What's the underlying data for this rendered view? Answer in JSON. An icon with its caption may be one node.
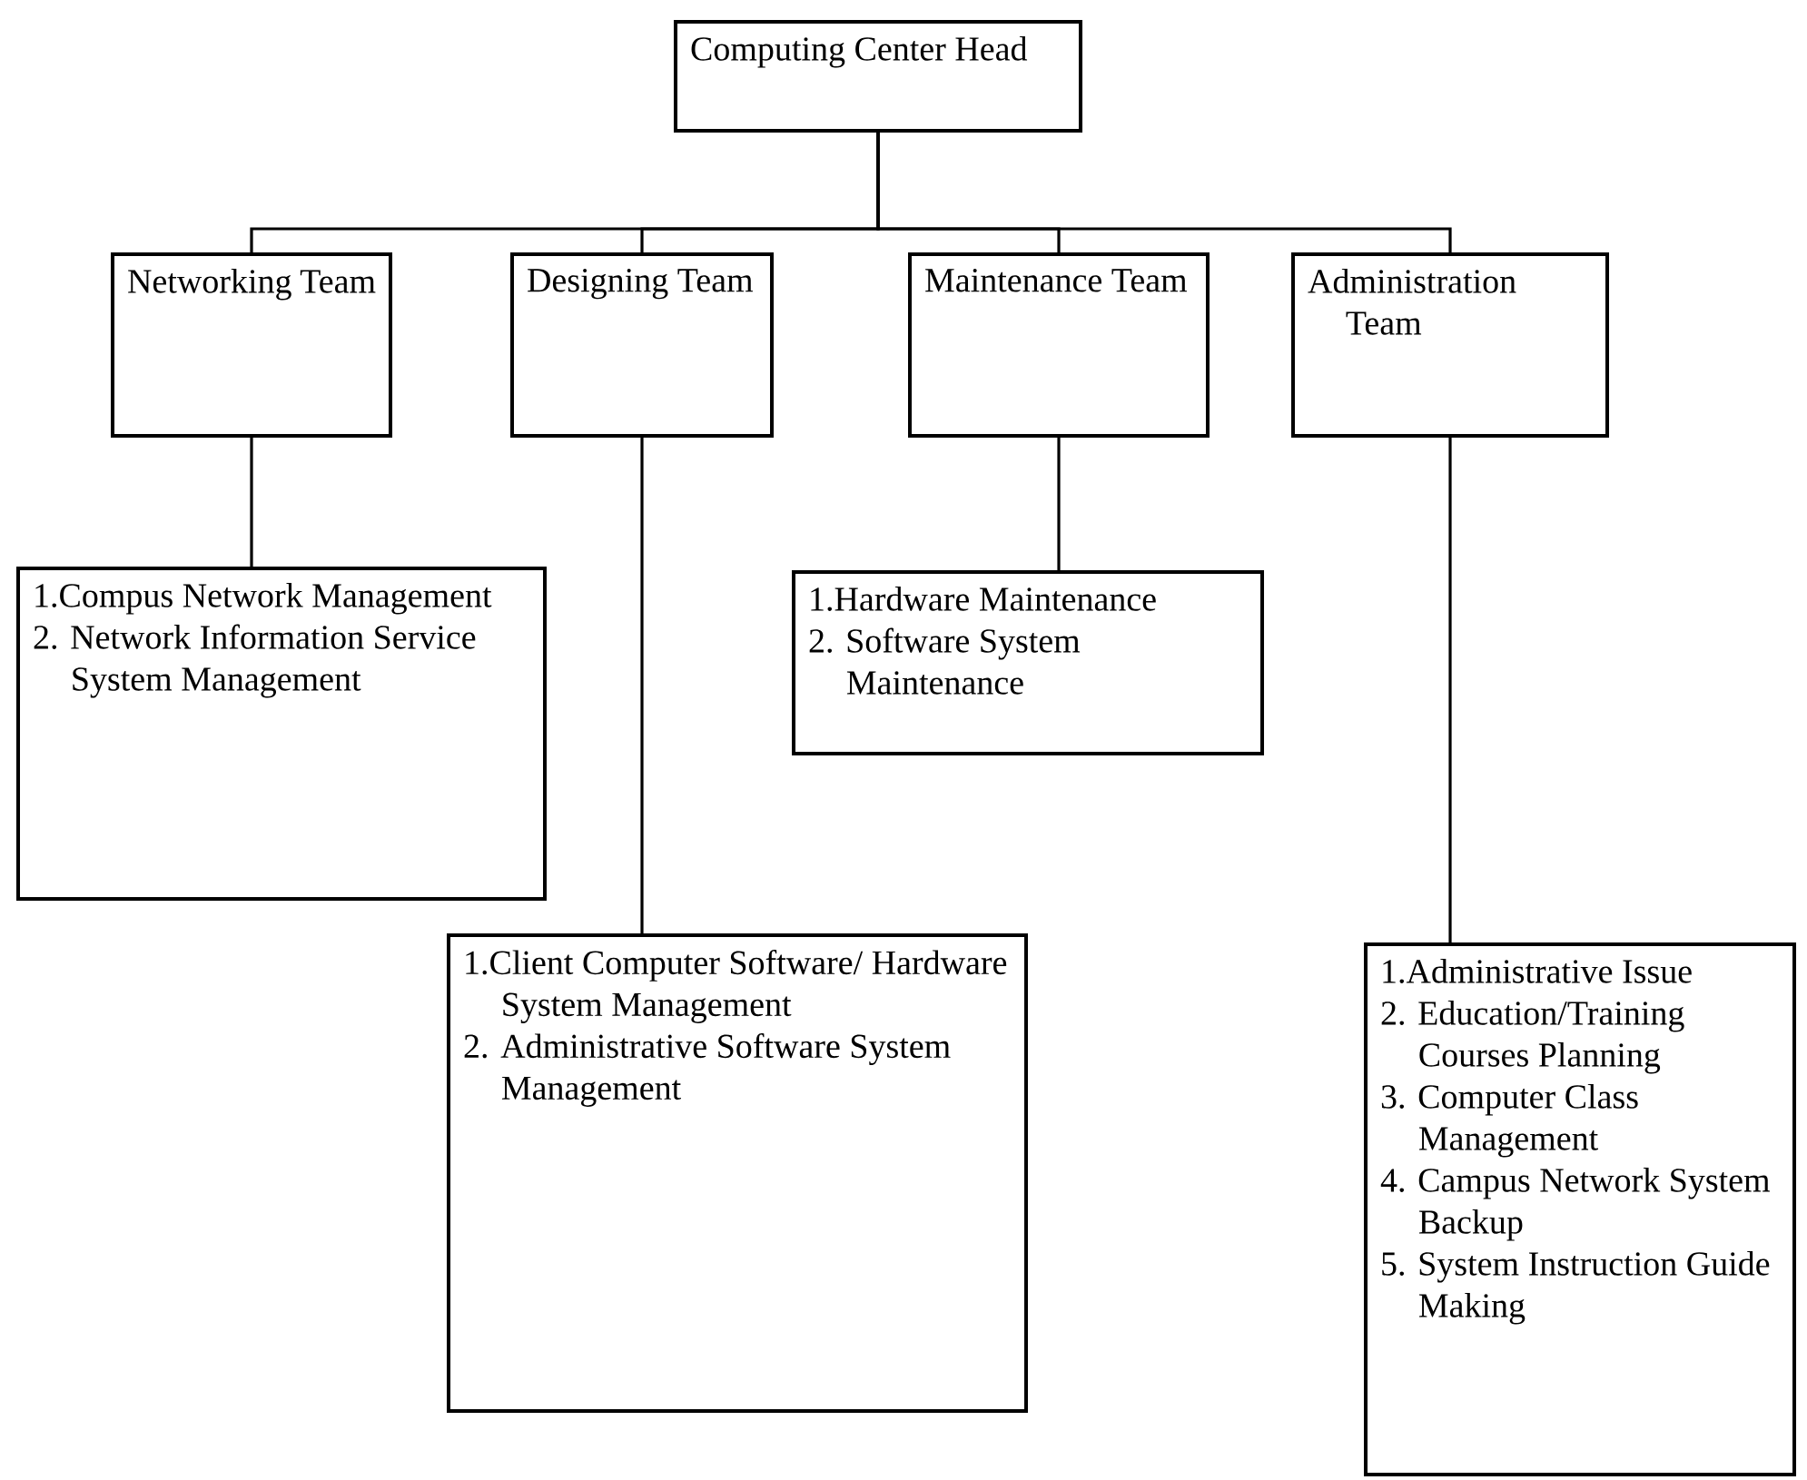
{
  "diagram": {
    "nodes": [
      {
        "text": [
          "Computing Center Head"
        ]
      },
      {
        "text": [
          "Networking Team"
        ]
      },
      {
        "text": [
          "Designing Team"
        ]
      },
      {
        "text": [
          "Maintenance Team"
        ]
      },
      {
        "text": [
          "Administration Team"
        ]
      },
      {
        "text": [
          "1.Compus Network Management",
          "2. Network Information Service System Management"
        ]
      },
      {
        "text": [
          "1.Hardware Maintenance",
          "2. Software System Maintenance"
        ]
      },
      {
        "text": [
          "1.Client Computer Software/ Hardware System Management",
          "2. Administrative Software System Management"
        ]
      },
      {
        "text": [
          "1.Administrative Issue",
          "2. Education/Training Courses Planning",
          "3. Computer Class Management",
          "4. Campus Network System Backup",
          "5. System Instruction Guide Making"
        ]
      }
    ],
    "edges": [
      {
        "from": 0,
        "to": 1,
        "arrow": "none"
      },
      {
        "from": 0,
        "to": 2,
        "arrow": "none"
      },
      {
        "from": 0,
        "to": 3,
        "arrow": "none"
      },
      {
        "from": 0,
        "to": 4,
        "arrow": "none"
      },
      {
        "from": 1,
        "to": 5,
        "arrow": "none"
      },
      {
        "from": 2,
        "to": 7,
        "arrow": "none"
      },
      {
        "from": 3,
        "to": 6,
        "arrow": "none"
      },
      {
        "from": 4,
        "to": 8,
        "arrow": "none"
      }
    ]
  }
}
